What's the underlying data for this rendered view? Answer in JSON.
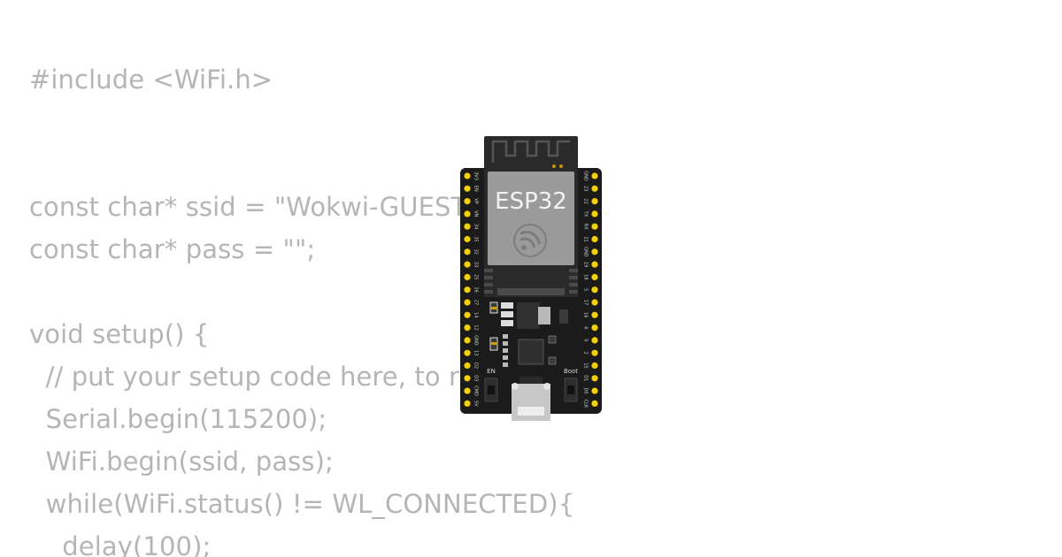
{
  "code": {
    "lines": [
      "#include <WiFi.h>",
      "",
      "",
      "const char* ssid = \"Wokwi-GUEST\";",
      "const char* pass = \"\";",
      "",
      "void setup() {",
      "  // put your setup code here, to run once:",
      "  Serial.begin(115200);",
      "  WiFi.begin(ssid, pass);",
      "  while(WiFi.status() != WL_CONNECTED){",
      "    delay(100);"
    ]
  },
  "board": {
    "chip_label": "ESP32",
    "en_button_label": "EN",
    "boot_button_label": "Boot",
    "left_pins": [
      "3V3",
      "EN",
      "VP",
      "VN",
      "34",
      "35",
      "32",
      "33",
      "25",
      "26",
      "27",
      "14",
      "12",
      "GND",
      "13",
      "D2",
      "D3",
      "CMD",
      "5V"
    ],
    "right_pins": [
      "GND",
      "23",
      "22",
      "TX",
      "RX",
      "21",
      "GND",
      "19",
      "18",
      "5",
      "17",
      "16",
      "4",
      "0",
      "2",
      "15",
      "D1",
      "D0",
      "CLK"
    ],
    "colors": {
      "pcb": "#1b1b1b",
      "pin": "#f5d000",
      "shield": "#9a9a9a",
      "antenna": "#2a2a2a"
    },
    "icon": "espressif-logo-icon"
  }
}
